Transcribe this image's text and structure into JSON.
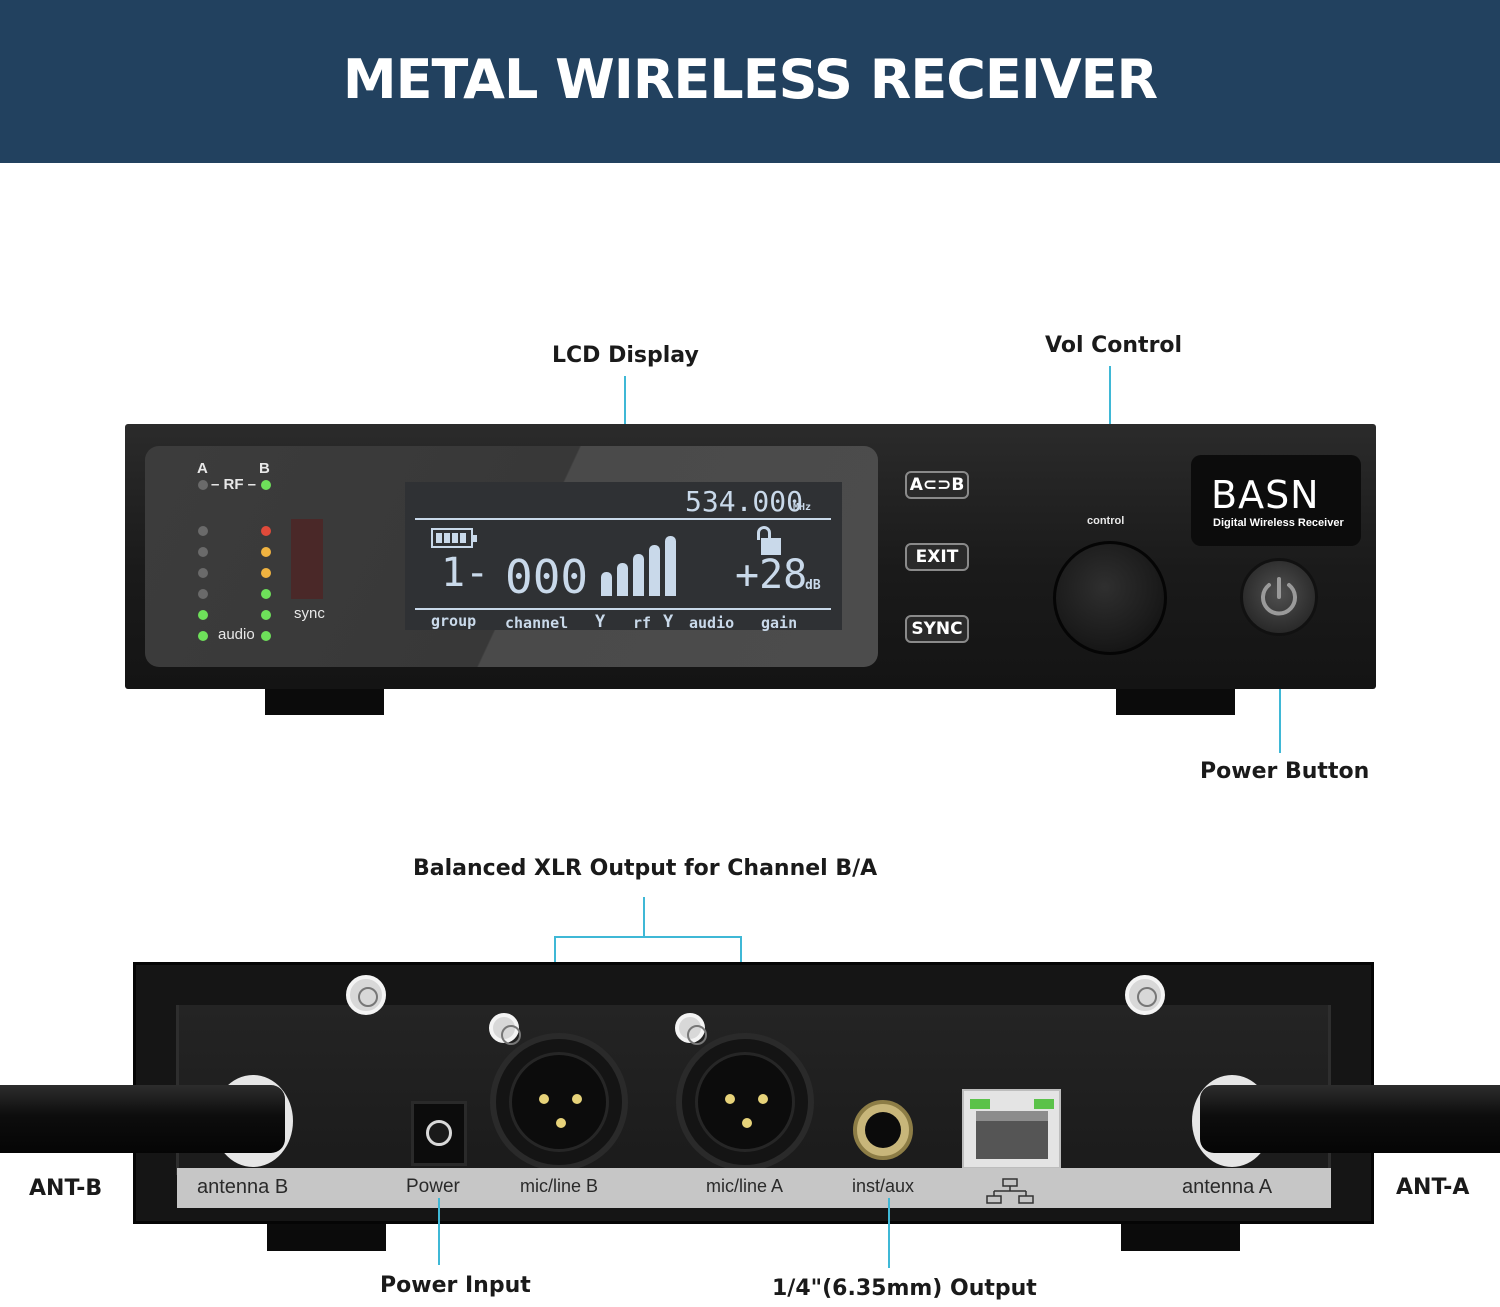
{
  "header": {
    "title": "METAL WIRELESS RECEIVER"
  },
  "callouts": {
    "lcd_display": "LCD Display",
    "vol_control": "Vol Control",
    "power_button": "Power Button",
    "xlr_output": "Balanced XLR Output for Channel B/A",
    "power_input": "Power Input",
    "quarter_output": "1/4\"(6.35mm) Output",
    "ant_b": "ANT-B",
    "ant_a": "ANT-A"
  },
  "front_panel": {
    "rf": {
      "label_a": "A",
      "label_b": "B",
      "label": "RF"
    },
    "audio_label": "audio",
    "sync_label": "sync",
    "lcd": {
      "frequency": "534.000",
      "frequency_unit": "MHz",
      "group_value": "1-",
      "channel_value": "000",
      "gain_value": "+28",
      "gain_unit": "dB",
      "labels": [
        "group",
        "channel",
        "rf",
        "audio",
        "gain"
      ]
    },
    "buttons": [
      "A⊂⊃B",
      "EXIT",
      "SYNC"
    ],
    "control_label": "control",
    "brand": {
      "name": "BASN",
      "subtitle": "Digital Wireless Receiver"
    }
  },
  "rear_panel": {
    "labels": {
      "antenna_b": "antenna B",
      "power": "Power",
      "micline_b": "mic/line B",
      "micline_a": "mic/line A",
      "inst_aux": "inst/aux",
      "antenna_a": "antenna A"
    }
  },
  "colors": {
    "header_bg": "#22415f",
    "callout_line": "#3fb8d6",
    "lcd_text": "#c9d9ea"
  }
}
